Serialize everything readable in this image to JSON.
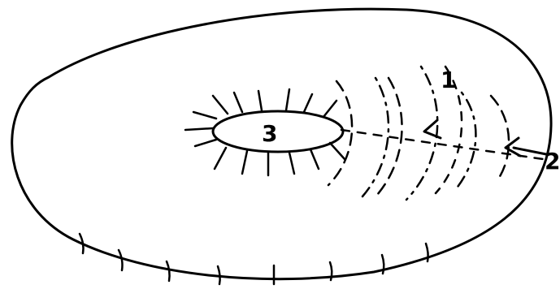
{
  "labels": {
    "outer_region": "1",
    "incoming_arrow": "2",
    "inner_core": "3"
  }
}
